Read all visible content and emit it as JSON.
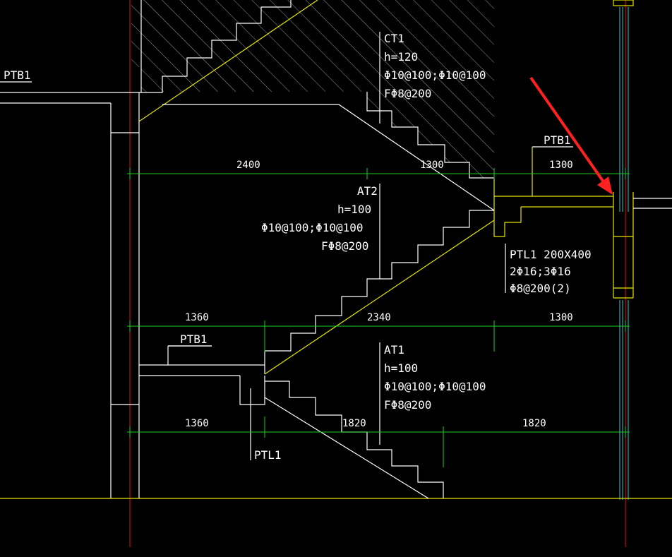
{
  "drawing": {
    "background": "#000000",
    "colors": {
      "structure": "#e6e600",
      "outline": "#ffffff",
      "dimension": "#22cc22",
      "axis": "#e01010",
      "glazing": "#33cccc",
      "arrow": "#ff2020"
    },
    "labels": {
      "ptb1_left": "PTB1",
      "ptb1_right": "PTB1",
      "ptb1_lower": "PTB1",
      "ptl1_lower": "PTL1",
      "ct1": [
        "CT1",
        "h=120",
        "Φ10@100;Φ10@100",
        "FΦ8@200"
      ],
      "at2": [
        "AT2",
        "h=100",
        "Φ10@100;Φ10@100",
        "FΦ8@200"
      ],
      "at1": [
        "AT1",
        "h=100",
        "Φ10@100;Φ10@100",
        "FΦ8@200"
      ],
      "ptl1_beam": [
        "PTL1 200X400",
        "2Φ16;3Φ16",
        "Φ8@200(2)"
      ]
    },
    "dimensions": {
      "top": [
        "2400",
        "1300",
        "1300"
      ],
      "middle": [
        "1360",
        "2340",
        "1300"
      ],
      "bottom": [
        "1360",
        "1820",
        "1820"
      ]
    }
  }
}
